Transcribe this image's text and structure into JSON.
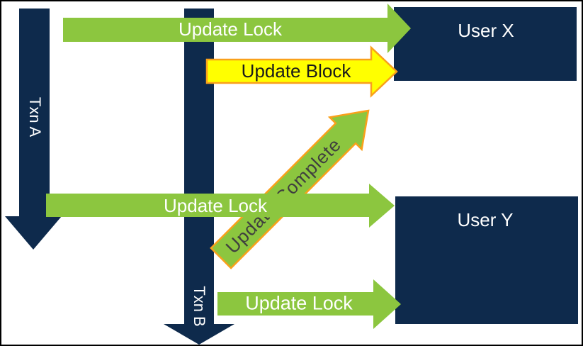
{
  "diagram": {
    "lanes": {
      "txn_a": "Txn A",
      "txn_b": "Txn B"
    },
    "boxes": {
      "user_x": "User X",
      "user_y": "User Y"
    },
    "arrows": {
      "update_lock_top": "Update Lock",
      "update_block": "Update Block",
      "update_complete": "Update Complete",
      "update_lock_mid": "Update Lock",
      "update_lock_bottom": "Update Lock"
    },
    "colors": {
      "navy": "#0E2A4C",
      "green": "#8CC63F",
      "yellow": "#FFFF00",
      "orange": "#F9A01B",
      "label_light": "#FFFFFF",
      "label_dark": "#3F3F3F"
    }
  }
}
